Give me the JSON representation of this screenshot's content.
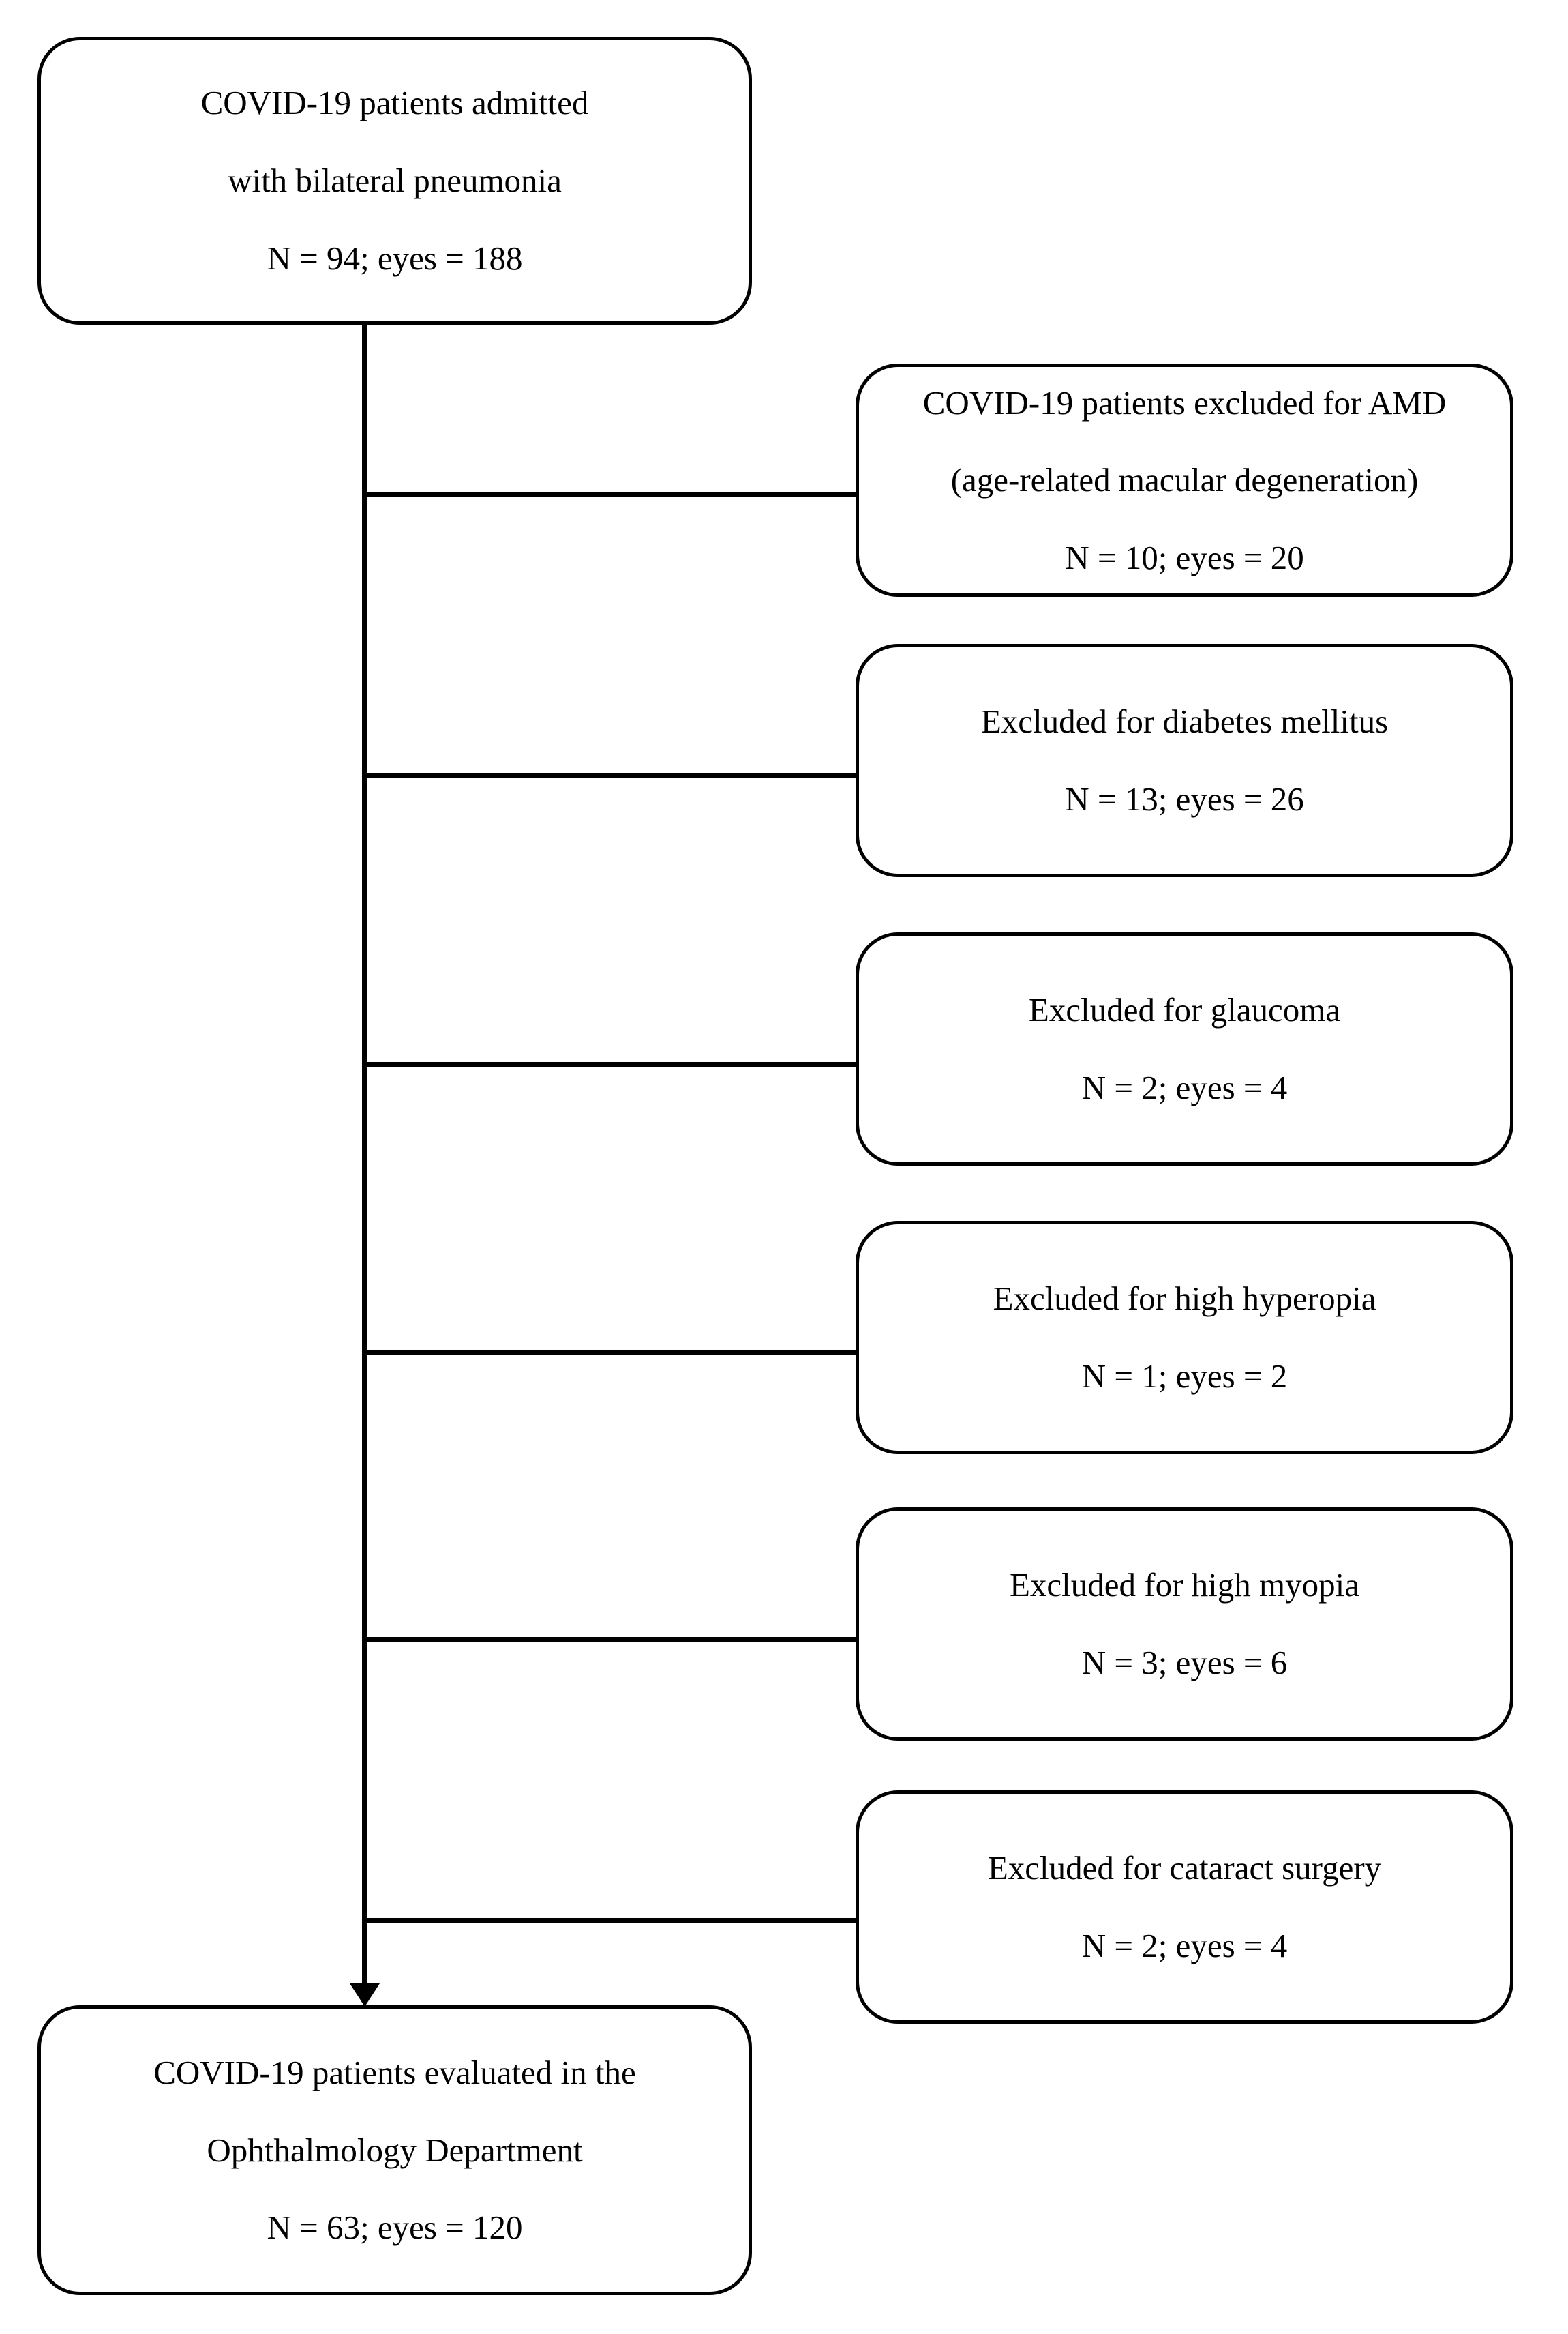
{
  "colors": {
    "ink": "#000000",
    "paper": "#ffffff"
  },
  "nodes": {
    "source": {
      "id": "admitted",
      "lines": [
        "COVID-19 patients admitted",
        "with bilateral pneumonia",
        "N = 94; eyes = 188"
      ]
    },
    "exclusions": [
      {
        "id": "excluded-amd",
        "lines": [
          "COVID-19 patients excluded for AMD",
          "(age-related macular degeneration)",
          "N = 10; eyes = 20"
        ]
      },
      {
        "id": "excluded-diabetes",
        "lines": [
          "Excluded for diabetes mellitus",
          "N = 13; eyes = 26"
        ]
      },
      {
        "id": "excluded-glaucoma",
        "lines": [
          "Excluded for glaucoma",
          "N = 2; eyes = 4"
        ]
      },
      {
        "id": "excluded-high-hyperopia",
        "lines": [
          "Excluded for high hyperopia",
          "N = 1; eyes = 2"
        ]
      },
      {
        "id": "excluded-high-myopia",
        "lines": [
          "Excluded for high myopia",
          "N = 3; eyes = 6"
        ]
      },
      {
        "id": "excluded-cataract-surgery",
        "lines": [
          "Excluded for cataract surgery",
          "N = 2; eyes = 4"
        ]
      }
    ],
    "result": {
      "id": "evaluated",
      "lines": [
        "COVID-19 patients evaluated in the",
        "Ophthalmology Department",
        "N = 63; eyes = 120"
      ]
    }
  },
  "edges": [
    {
      "from": "admitted",
      "to": "evaluated",
      "style": "arrow"
    },
    {
      "from": "admitted",
      "to": "excluded-amd",
      "style": "line"
    },
    {
      "from": "admitted",
      "to": "excluded-diabetes",
      "style": "line"
    },
    {
      "from": "admitted",
      "to": "excluded-glaucoma",
      "style": "line"
    },
    {
      "from": "admitted",
      "to": "excluded-high-hyperopia",
      "style": "line"
    },
    {
      "from": "admitted",
      "to": "excluded-high-myopia",
      "style": "line"
    },
    {
      "from": "admitted",
      "to": "excluded-cataract-surgery",
      "style": "line"
    }
  ]
}
